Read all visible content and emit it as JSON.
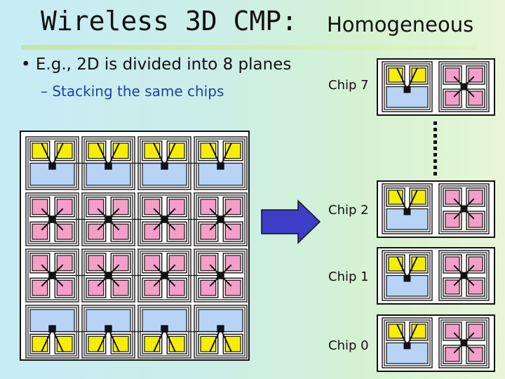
{
  "title": {
    "main": "Wireless 3D CMP:",
    "sub": "Homogeneous"
  },
  "bullets": [
    {
      "text": "• E.g., 2D is divided into 8 planes"
    },
    {
      "text": "– Stacking the same chips"
    }
  ],
  "chips": [
    {
      "label": "Chip 7"
    },
    {
      "label": "Chip 2"
    },
    {
      "label": "Chip 1"
    },
    {
      "label": "Chip 0"
    }
  ],
  "colors": {
    "pink": "#f59ec8",
    "yellow": "#f6ee00",
    "blue_tile": "#b7d3f6",
    "arrow": "#3c3fc6",
    "outline": "#111111"
  },
  "grid": {
    "rows": 4,
    "cols": 4,
    "row_types": [
      "top",
      "mid",
      "mid",
      "bottom"
    ]
  },
  "chip_types": [
    "top",
    "top",
    "top",
    "top"
  ]
}
